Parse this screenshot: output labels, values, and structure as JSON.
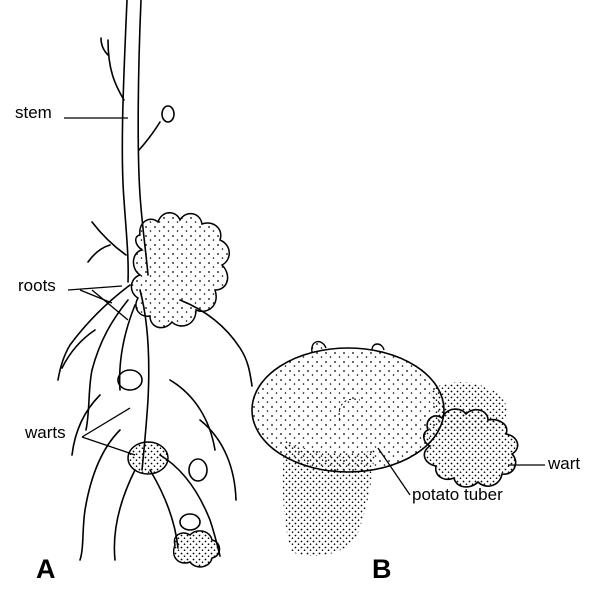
{
  "labels": {
    "stem": "stem",
    "roots": "roots",
    "warts": "warts",
    "wart": "wart",
    "potato_tuber": "potato tuber"
  },
  "panels": {
    "a": "A",
    "b": "B"
  },
  "colors": {
    "ink": "#000000",
    "background": "#ffffff"
  }
}
